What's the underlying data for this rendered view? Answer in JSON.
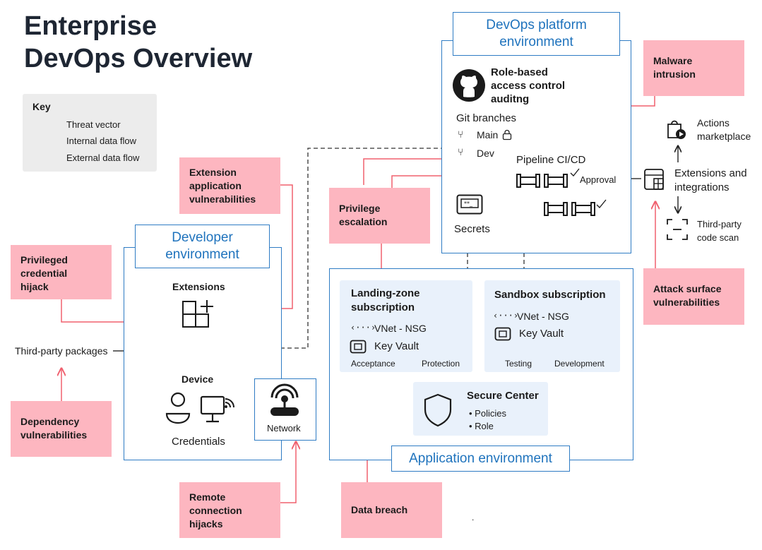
{
  "title": [
    "Enterprise",
    "DevOps Overview"
  ],
  "key": {
    "title": "Key",
    "items": [
      "Threat vector",
      "Internal data flow",
      "External data flow"
    ],
    "colors": {
      "threat": "#f0606e",
      "internal": "#333333",
      "external": "#111111"
    }
  },
  "threats": {
    "extension": [
      "Extension",
      "application",
      "vulnerabilities"
    ],
    "privileged": [
      "Privileged",
      "credential",
      "hijack"
    ],
    "dependency": [
      "Dependency",
      "vulnerabilities"
    ],
    "remote": [
      "Remote",
      "connection",
      "hijacks"
    ],
    "privilege_escalation": [
      "Privilege",
      "escalation"
    ],
    "data_breach": [
      "Data breach"
    ],
    "malware": [
      "Malware",
      "intrusion"
    ],
    "attack_surface": [
      "Attack surface",
      "vulnerabilities"
    ]
  },
  "devops": {
    "label": [
      "DevOps platform",
      "environment"
    ],
    "rbac": [
      "Role-based",
      "access control",
      "auditng"
    ],
    "git": "Git branches",
    "main": "Main",
    "dev": "Dev",
    "pipeline": "Pipeline CI/CD",
    "approval": "Approval",
    "secrets": "Secrets"
  },
  "right": {
    "actions": [
      "Actions",
      "marketplace"
    ],
    "extensions": [
      "Extensions and",
      "integrations"
    ],
    "scan": [
      "Third-party",
      "code scan"
    ]
  },
  "developer": {
    "label": [
      "Developer",
      "environment"
    ],
    "extensions": "Extensions",
    "device": "Device",
    "credentials": "Credentials",
    "network": "Network",
    "packages": "Third-party packages"
  },
  "application": {
    "label": "Application environment",
    "landing": {
      "title": [
        "Landing-zone",
        "subscription"
      ],
      "vnet": "VNet - NSG",
      "keyvault": "Key Vault",
      "tags": [
        "Acceptance",
        "Protection"
      ]
    },
    "sandbox": {
      "title": "Sandbox subscription",
      "vnet": "VNet - NSG",
      "keyvault": "Key Vault",
      "tags": [
        "Testing",
        "Development"
      ]
    },
    "secure": {
      "title": "Secure Center",
      "items": [
        "Policies",
        "Role"
      ]
    }
  },
  "footnote": "."
}
